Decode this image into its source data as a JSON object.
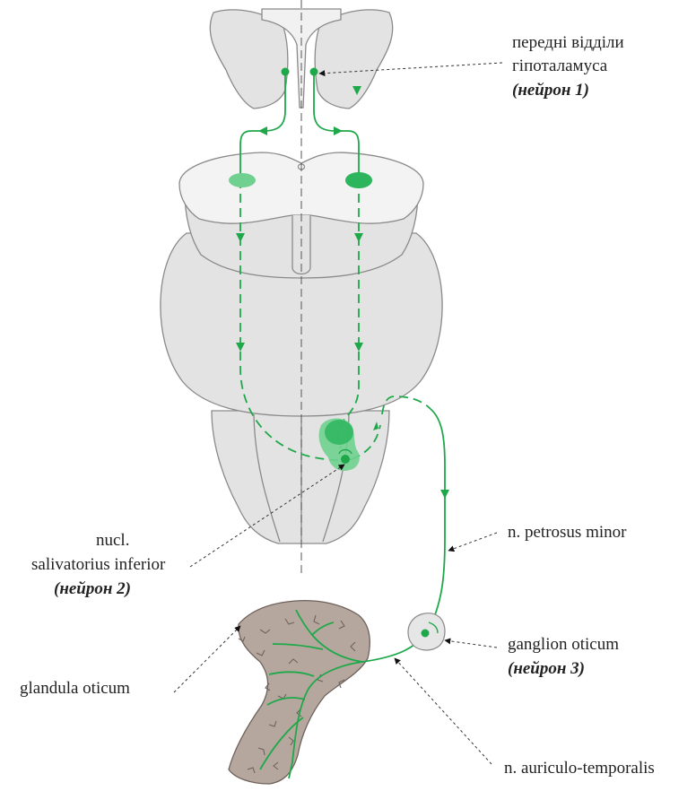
{
  "labels": {
    "hypothalamus_line1": "передні відділи",
    "hypothalamus_line2": "гіпоталамуса",
    "neuron1": "(нейрон 1)",
    "nucl_line1": "nucl.",
    "nucl_line2": "salivatorius inferior",
    "neuron2": "(нейрон 2)",
    "petrosus": "n. petrosus minor",
    "ganglion": "ganglion oticum",
    "neuron3": "(нейрон 3)",
    "glandula": "glandula oticum",
    "auriculo": "n. auriculo-temporalis"
  },
  "colors": {
    "pathway": "#1fa84a",
    "nucleus_dark": "#2db55d",
    "nucleus_light": "#6fd08f",
    "brain_fill": "#e3e3e3",
    "brain_stroke": "#8a8a8a",
    "gland_fill": "#b6a79e",
    "gland_stroke": "#6e625c",
    "leader": "#333333"
  }
}
